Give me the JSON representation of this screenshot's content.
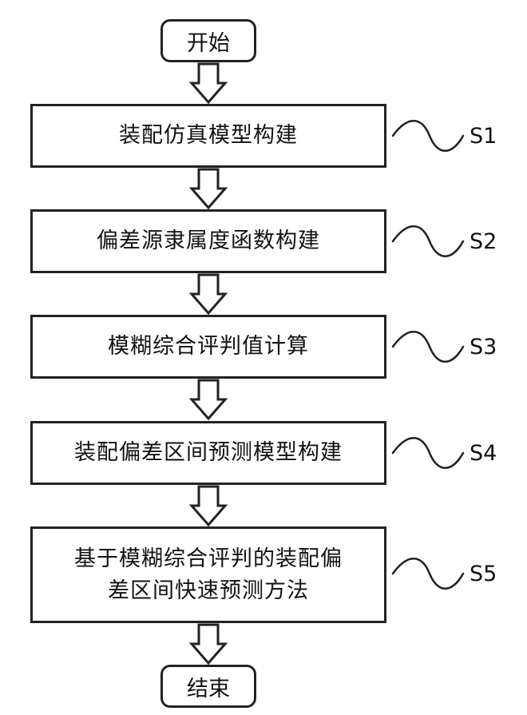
{
  "start": {
    "label": "开始"
  },
  "steps": [
    {
      "id": "S1",
      "text": "装配仿真模型构建"
    },
    {
      "id": "S2",
      "text": "偏差源隶属度函数构建"
    },
    {
      "id": "S3",
      "text": "模糊综合评判值计算"
    },
    {
      "id": "S4",
      "text": "装配偏差区间预测模型构建"
    },
    {
      "id": "S5",
      "text_lines": [
        "基于模糊综合评判的装配偏",
        "差区间快速预测方法"
      ]
    }
  ],
  "end": {
    "label": "结束"
  }
}
